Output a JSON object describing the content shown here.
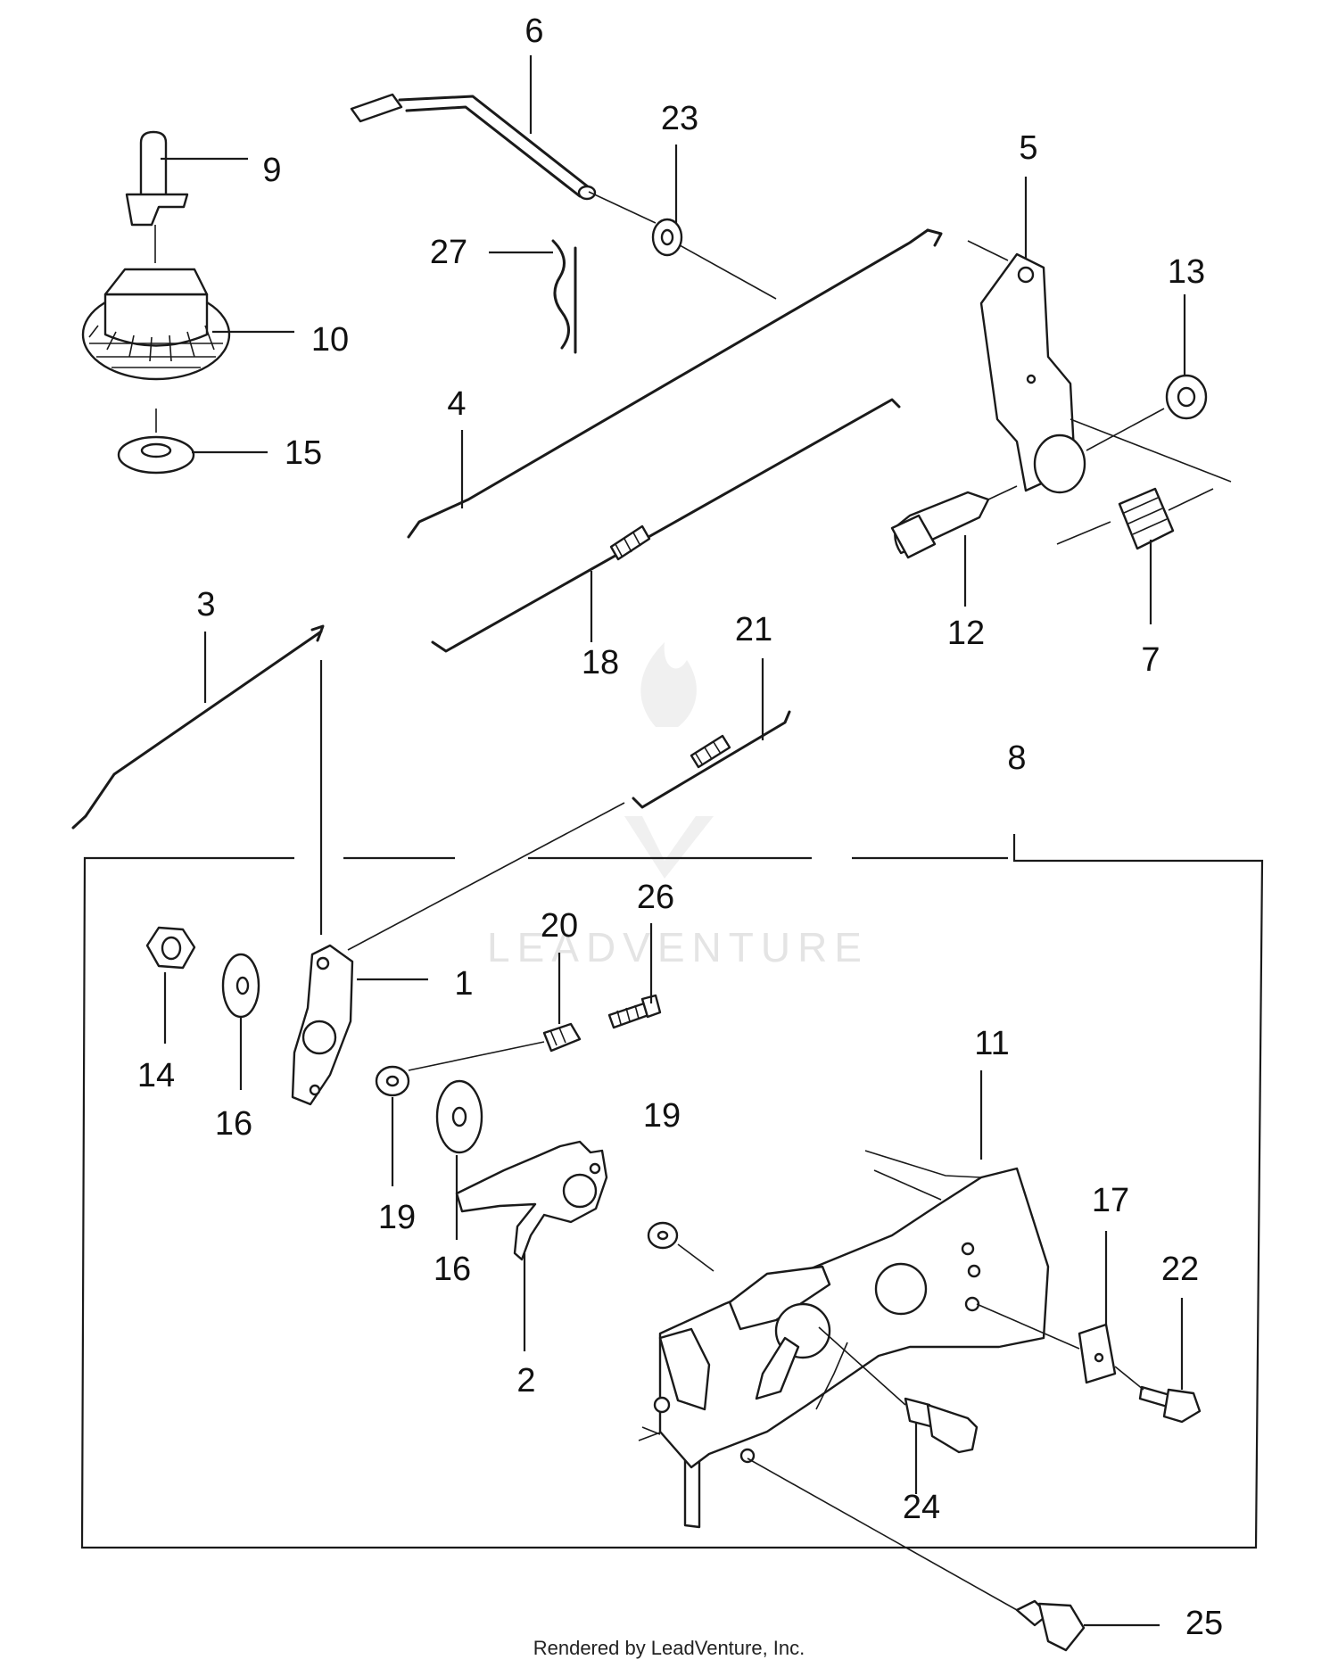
{
  "diagram": {
    "callouts": [
      {
        "id": "1",
        "label": "1"
      },
      {
        "id": "2",
        "label": "2"
      },
      {
        "id": "3",
        "label": "3"
      },
      {
        "id": "4",
        "label": "4"
      },
      {
        "id": "5",
        "label": "5"
      },
      {
        "id": "6",
        "label": "6"
      },
      {
        "id": "7",
        "label": "7"
      },
      {
        "id": "8",
        "label": "8"
      },
      {
        "id": "9",
        "label": "9"
      },
      {
        "id": "10",
        "label": "10"
      },
      {
        "id": "11",
        "label": "11"
      },
      {
        "id": "12",
        "label": "12"
      },
      {
        "id": "13",
        "label": "13"
      },
      {
        "id": "14",
        "label": "14"
      },
      {
        "id": "15",
        "label": "15"
      },
      {
        "id": "16a",
        "label": "16"
      },
      {
        "id": "16b",
        "label": "16"
      },
      {
        "id": "17",
        "label": "17"
      },
      {
        "id": "18",
        "label": "18"
      },
      {
        "id": "19a",
        "label": "19"
      },
      {
        "id": "19b",
        "label": "19"
      },
      {
        "id": "20",
        "label": "20"
      },
      {
        "id": "21",
        "label": "21"
      },
      {
        "id": "22",
        "label": "22"
      },
      {
        "id": "23",
        "label": "23"
      },
      {
        "id": "24",
        "label": "24"
      },
      {
        "id": "25",
        "label": "25"
      },
      {
        "id": "26",
        "label": "26"
      },
      {
        "id": "27",
        "label": "27"
      }
    ]
  },
  "watermark": {
    "text": "LEADVENTURE"
  },
  "footer": {
    "text": "Rendered by LeadVenture, Inc."
  }
}
